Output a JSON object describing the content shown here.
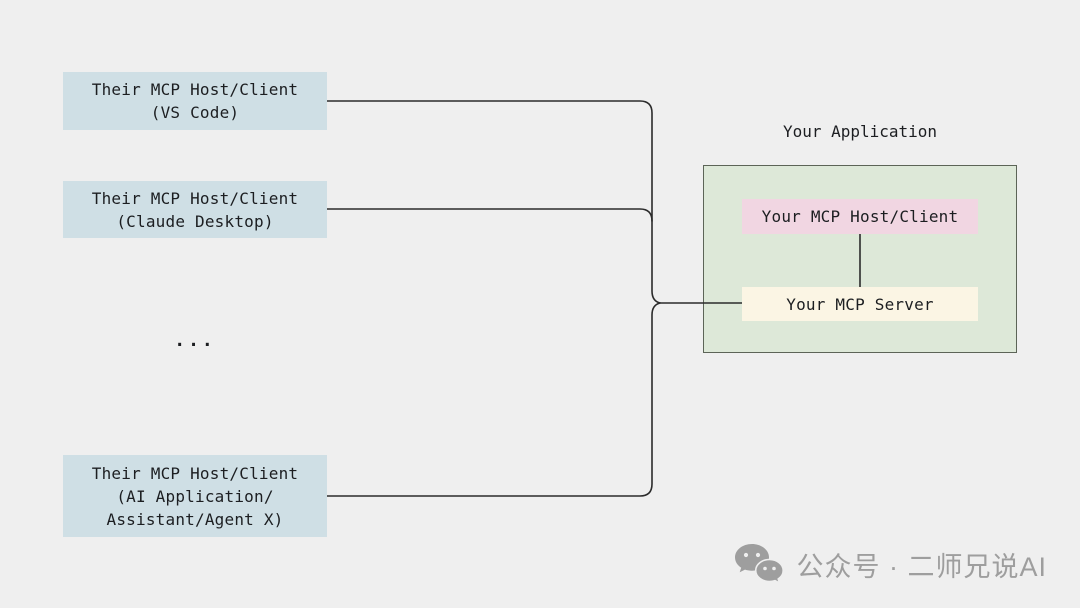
{
  "diagram": {
    "left_boxes": [
      {
        "id": "vs-code",
        "lines": [
          "Their MCP Host/Client",
          "(VS Code)"
        ]
      },
      {
        "id": "claude-desktop",
        "lines": [
          "Their MCP Host/Client",
          "(Claude Desktop)"
        ]
      },
      {
        "id": "ai-application",
        "lines": [
          "Their MCP Host/Client",
          "(AI Application/",
          "Assistant/Agent X)"
        ]
      }
    ],
    "ellipsis": "...",
    "right": {
      "title": "Your Application",
      "host_client_label": "Your MCP Host/Client",
      "server_label": "Your MCP Server"
    }
  },
  "watermark": {
    "icon": "wechat-icon",
    "text": "公众号 · 二师兄说AI"
  },
  "colors": {
    "bg": "#efefef",
    "left_box_fill": "#cfdfe5",
    "green_fill": "#dde8d8",
    "green_border": "#5c6457",
    "pink_fill": "#f1d6e2",
    "cream_fill": "#fbf5e4",
    "line": "#2b2b2b",
    "text": "#1c1e21",
    "watermark": "#9e9e9e"
  }
}
